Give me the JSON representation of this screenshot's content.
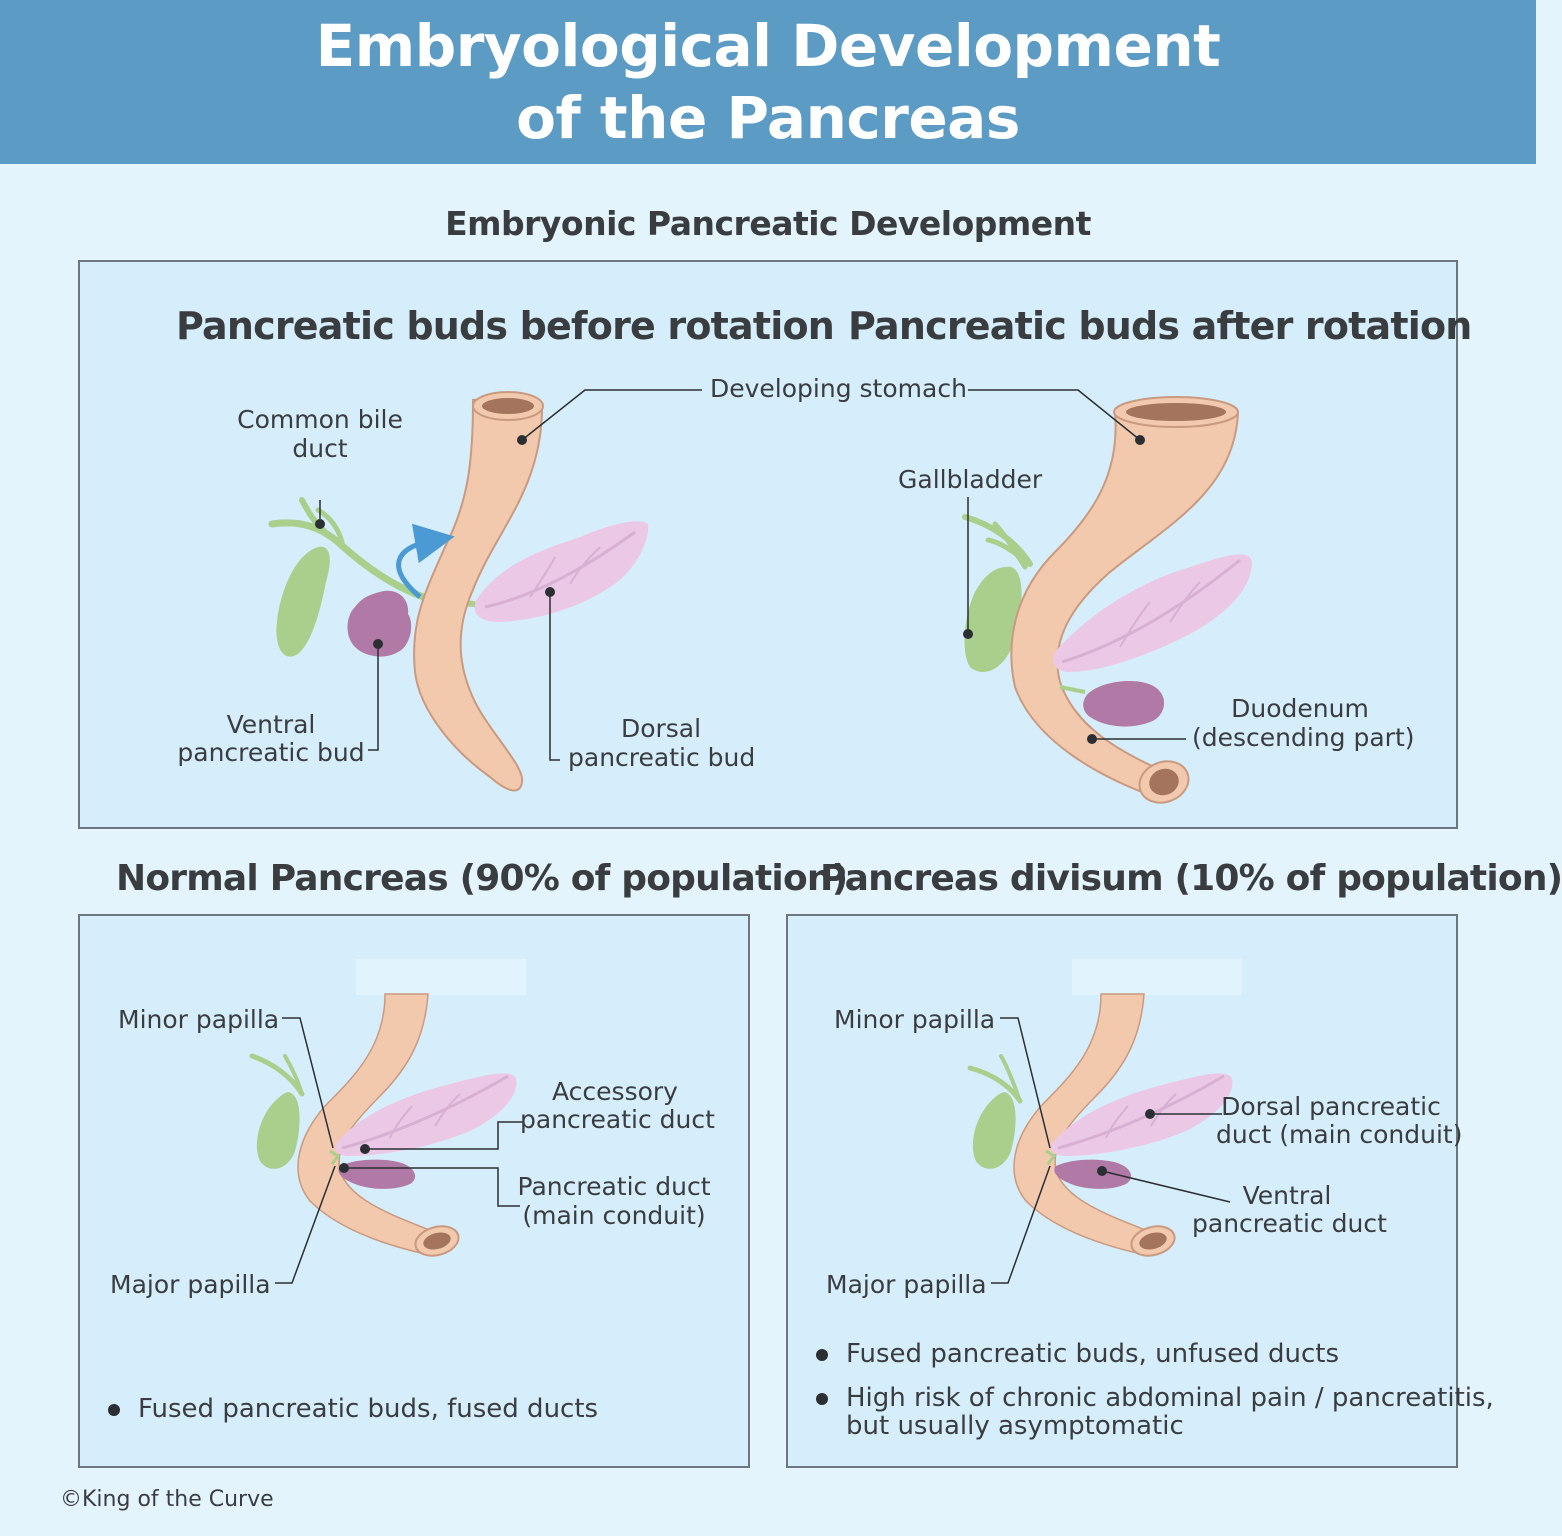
{
  "header": {
    "title_line1": "Embryological Development",
    "title_line2": "of the Pancreas"
  },
  "top_section": {
    "title": "Embryonic Pancreatic Development",
    "left_title": "Pancreatic buds before rotation",
    "right_title": "Pancreatic buds after rotation",
    "labels": {
      "developing_stomach": "Developing stomach",
      "common_bile_duct_1": "Common bile",
      "common_bile_duct_2": "duct",
      "ventral_bud_1": "Ventral",
      "ventral_bud_2": "pancreatic bud",
      "dorsal_bud_1": "Dorsal",
      "dorsal_bud_2": "pancreatic bud",
      "gallbladder": "Gallbladder",
      "duodenum_1": "Duodenum",
      "duodenum_2": "(descending part)"
    }
  },
  "normal": {
    "title": "Normal Pancreas (90% of population)",
    "labels": {
      "minor_papilla": "Minor papilla",
      "major_papilla": "Major papilla",
      "accessory_duct_1": "Accessory",
      "accessory_duct_2": "pancreatic duct",
      "pancreatic_duct_1": "Pancreatic duct",
      "pancreatic_duct_2": "(main conduit)"
    },
    "bullets": [
      "Fused pancreatic buds, fused ducts"
    ]
  },
  "divisum": {
    "title": "Pancreas divisum (10% of population)",
    "labels": {
      "minor_papilla": "Minor papilla",
      "major_papilla": "Major papilla",
      "dorsal_duct_1": "Dorsal pancreatic",
      "dorsal_duct_2": "duct (main conduit)",
      "ventral_duct_1": "Ventral",
      "ventral_duct_2": "pancreatic duct"
    },
    "bullets": [
      "Fused pancreatic buds, unfused ducts",
      "High risk of chronic abdominal pain / pancreatitis,",
      "but usually asymptomatic"
    ]
  },
  "copyright": "©King of the Curve",
  "colors": {
    "header": "#5b9bc4",
    "background": "#e4f4fc",
    "panel": "#d6eefb",
    "gut": "#f2c9ad",
    "gut_stroke": "#c99a80",
    "pancreas": "#ebc9e6",
    "ventral_bud": "#b179a6",
    "gallbladder": "#a9cf8c",
    "arrow": "#4b9ad3"
  }
}
